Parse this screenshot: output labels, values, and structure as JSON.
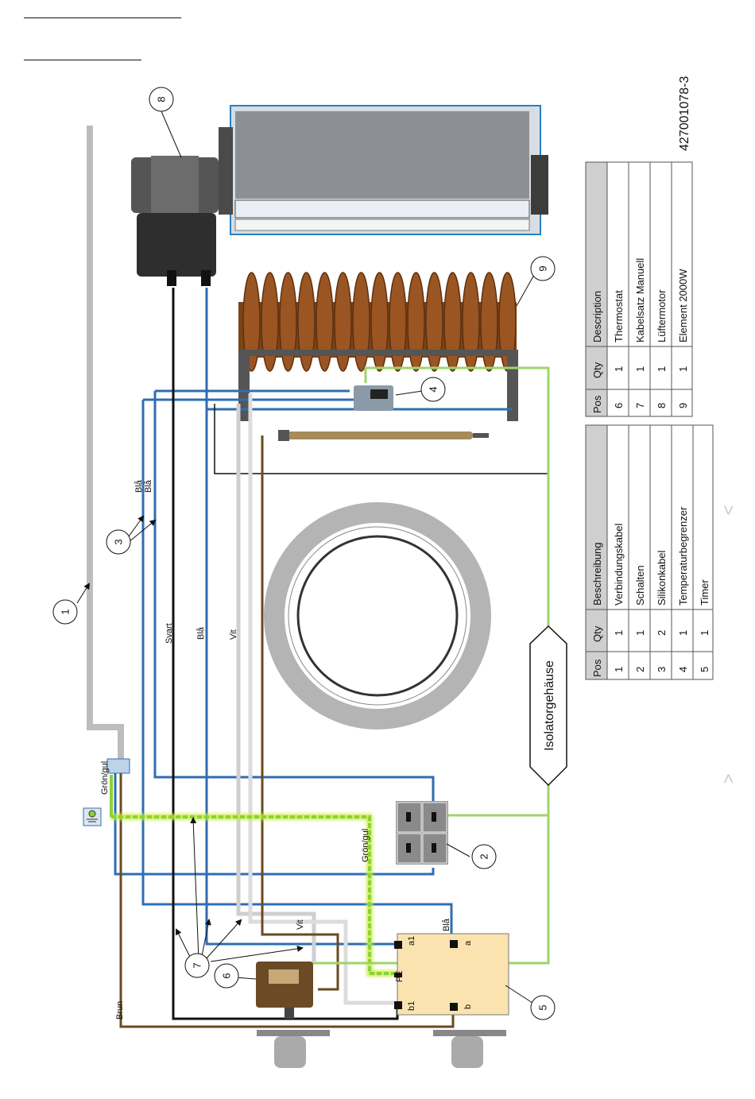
{
  "wire_labels": {
    "gron_gul_top": "Grön/gul",
    "gron_gul_mid": "Grön/gul",
    "bla_1": "Blå",
    "bla_2": "Blå",
    "svart": "Svart",
    "bla_vert": "Blå",
    "vit": "Vit",
    "vit_bottom": "Vit",
    "bla_bottom": "Blå",
    "brun": "Brun"
  },
  "terminals": {
    "a1": "a1",
    "a": "a",
    "pe": "PE",
    "b1": "b1",
    "b": "b"
  },
  "isolator_label": "Isolatorgehäuse",
  "doc_number": "427001078-3",
  "callouts": [
    "1",
    "2",
    "3",
    "4",
    "5",
    "6",
    "7",
    "8",
    "9"
  ],
  "table_a": {
    "headers": [
      "Pos",
      "Qty",
      "Beschreibung"
    ],
    "rows": [
      [
        "1",
        "1",
        "Verbindungskabel"
      ],
      [
        "2",
        "1",
        "Schalten"
      ],
      [
        "3",
        "2",
        "Silikonkabel"
      ],
      [
        "4",
        "1",
        "Temperaturbegrenzer"
      ],
      [
        "5",
        "1",
        "Timer"
      ]
    ]
  },
  "table_b": {
    "headers": [
      "Pos",
      "Qty",
      "Description"
    ],
    "rows": [
      [
        "6",
        "1",
        "Thermostat"
      ],
      [
        "7",
        "1",
        "Kabelsatz Manuell"
      ],
      [
        "8",
        "1",
        "Lüftermotor"
      ],
      [
        "9",
        "1",
        "Element 2000W"
      ]
    ]
  },
  "arrow_marks": [
    "<",
    ">"
  ],
  "colors": {
    "blue_wire": "#2f6db3",
    "green_wire": "#8bd13a",
    "brown_wire": "#6b4a1e",
    "grey_cable": "#bdbdbd",
    "timer_fill": "#fbe3b0",
    "coil": "#8a4a1c",
    "fan_body": "#7a7a7a",
    "thermostat": "#6b4a26"
  }
}
